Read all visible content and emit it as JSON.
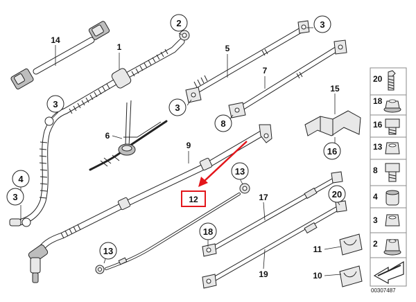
{
  "callouts": {
    "c2": "2",
    "c3a": "3",
    "c3b": "3",
    "c3c": "3",
    "c3d": "3",
    "c4": "4",
    "c8": "8",
    "c13a": "13",
    "c13b": "13",
    "c16": "16",
    "c18": "18",
    "c20": "20",
    "p1": "1",
    "p5": "5",
    "p6": "6",
    "p7": "7",
    "p9": "9",
    "p10": "10",
    "p11": "11",
    "p12": "12",
    "p14": "14",
    "p15": "15",
    "p17": "17",
    "p19": "19"
  },
  "side_panel": {
    "items": [
      "20",
      "18",
      "16",
      "13",
      "8",
      "4",
      "3",
      "2"
    ]
  },
  "reference_number": "00307487",
  "colors": {
    "highlight_red": "#e3161b",
    "line": "#222222"
  }
}
